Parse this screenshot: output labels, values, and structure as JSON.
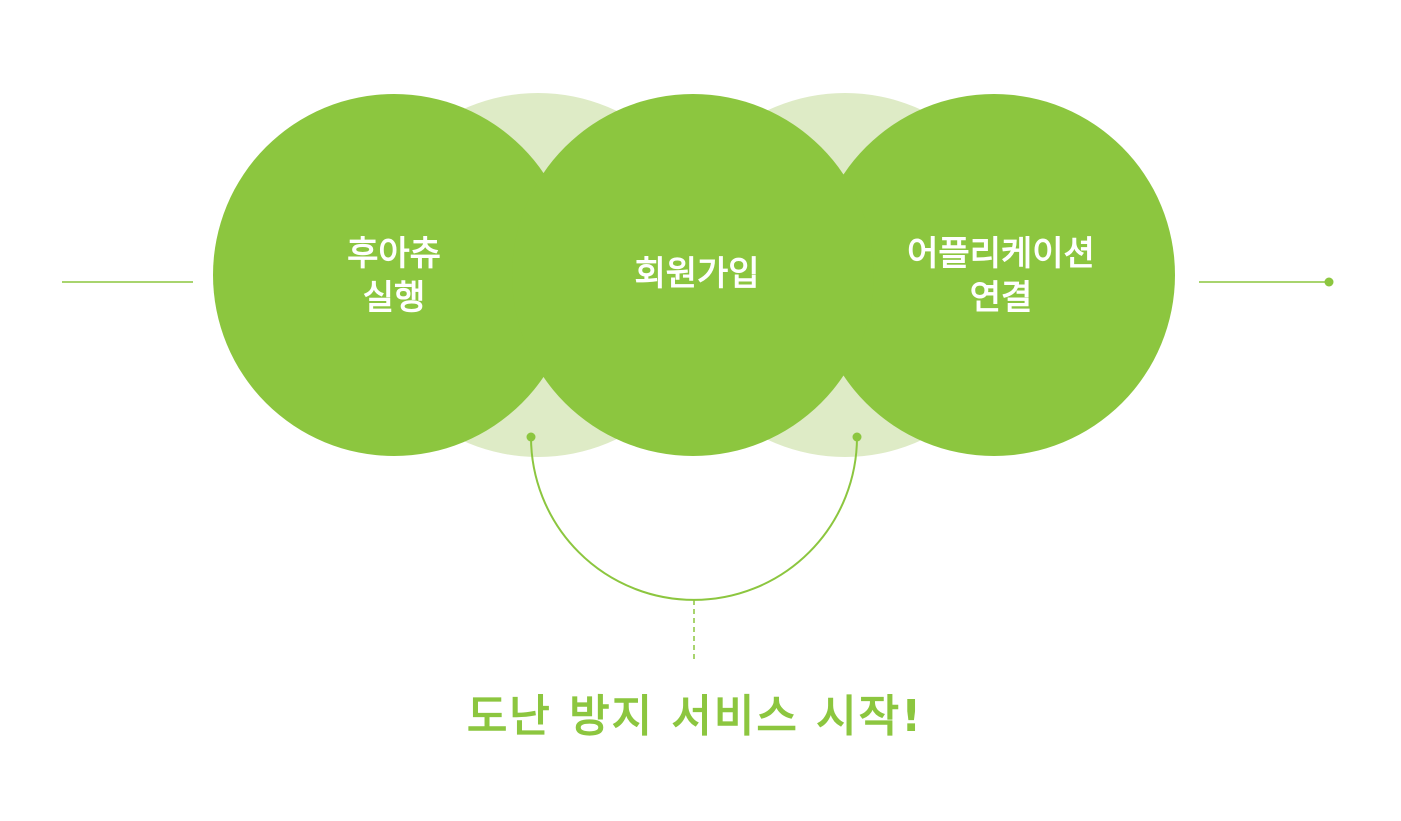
{
  "colors": {
    "primary": "#8cc63f",
    "light": "#deebc6"
  },
  "steps": [
    {
      "line1": "후아츄",
      "line2": "실행"
    },
    {
      "line1": "회원가입",
      "line2": ""
    },
    {
      "line1": "어플리케이션",
      "line2": "연결"
    }
  ],
  "result": "도난 방지 서비스 시작!"
}
